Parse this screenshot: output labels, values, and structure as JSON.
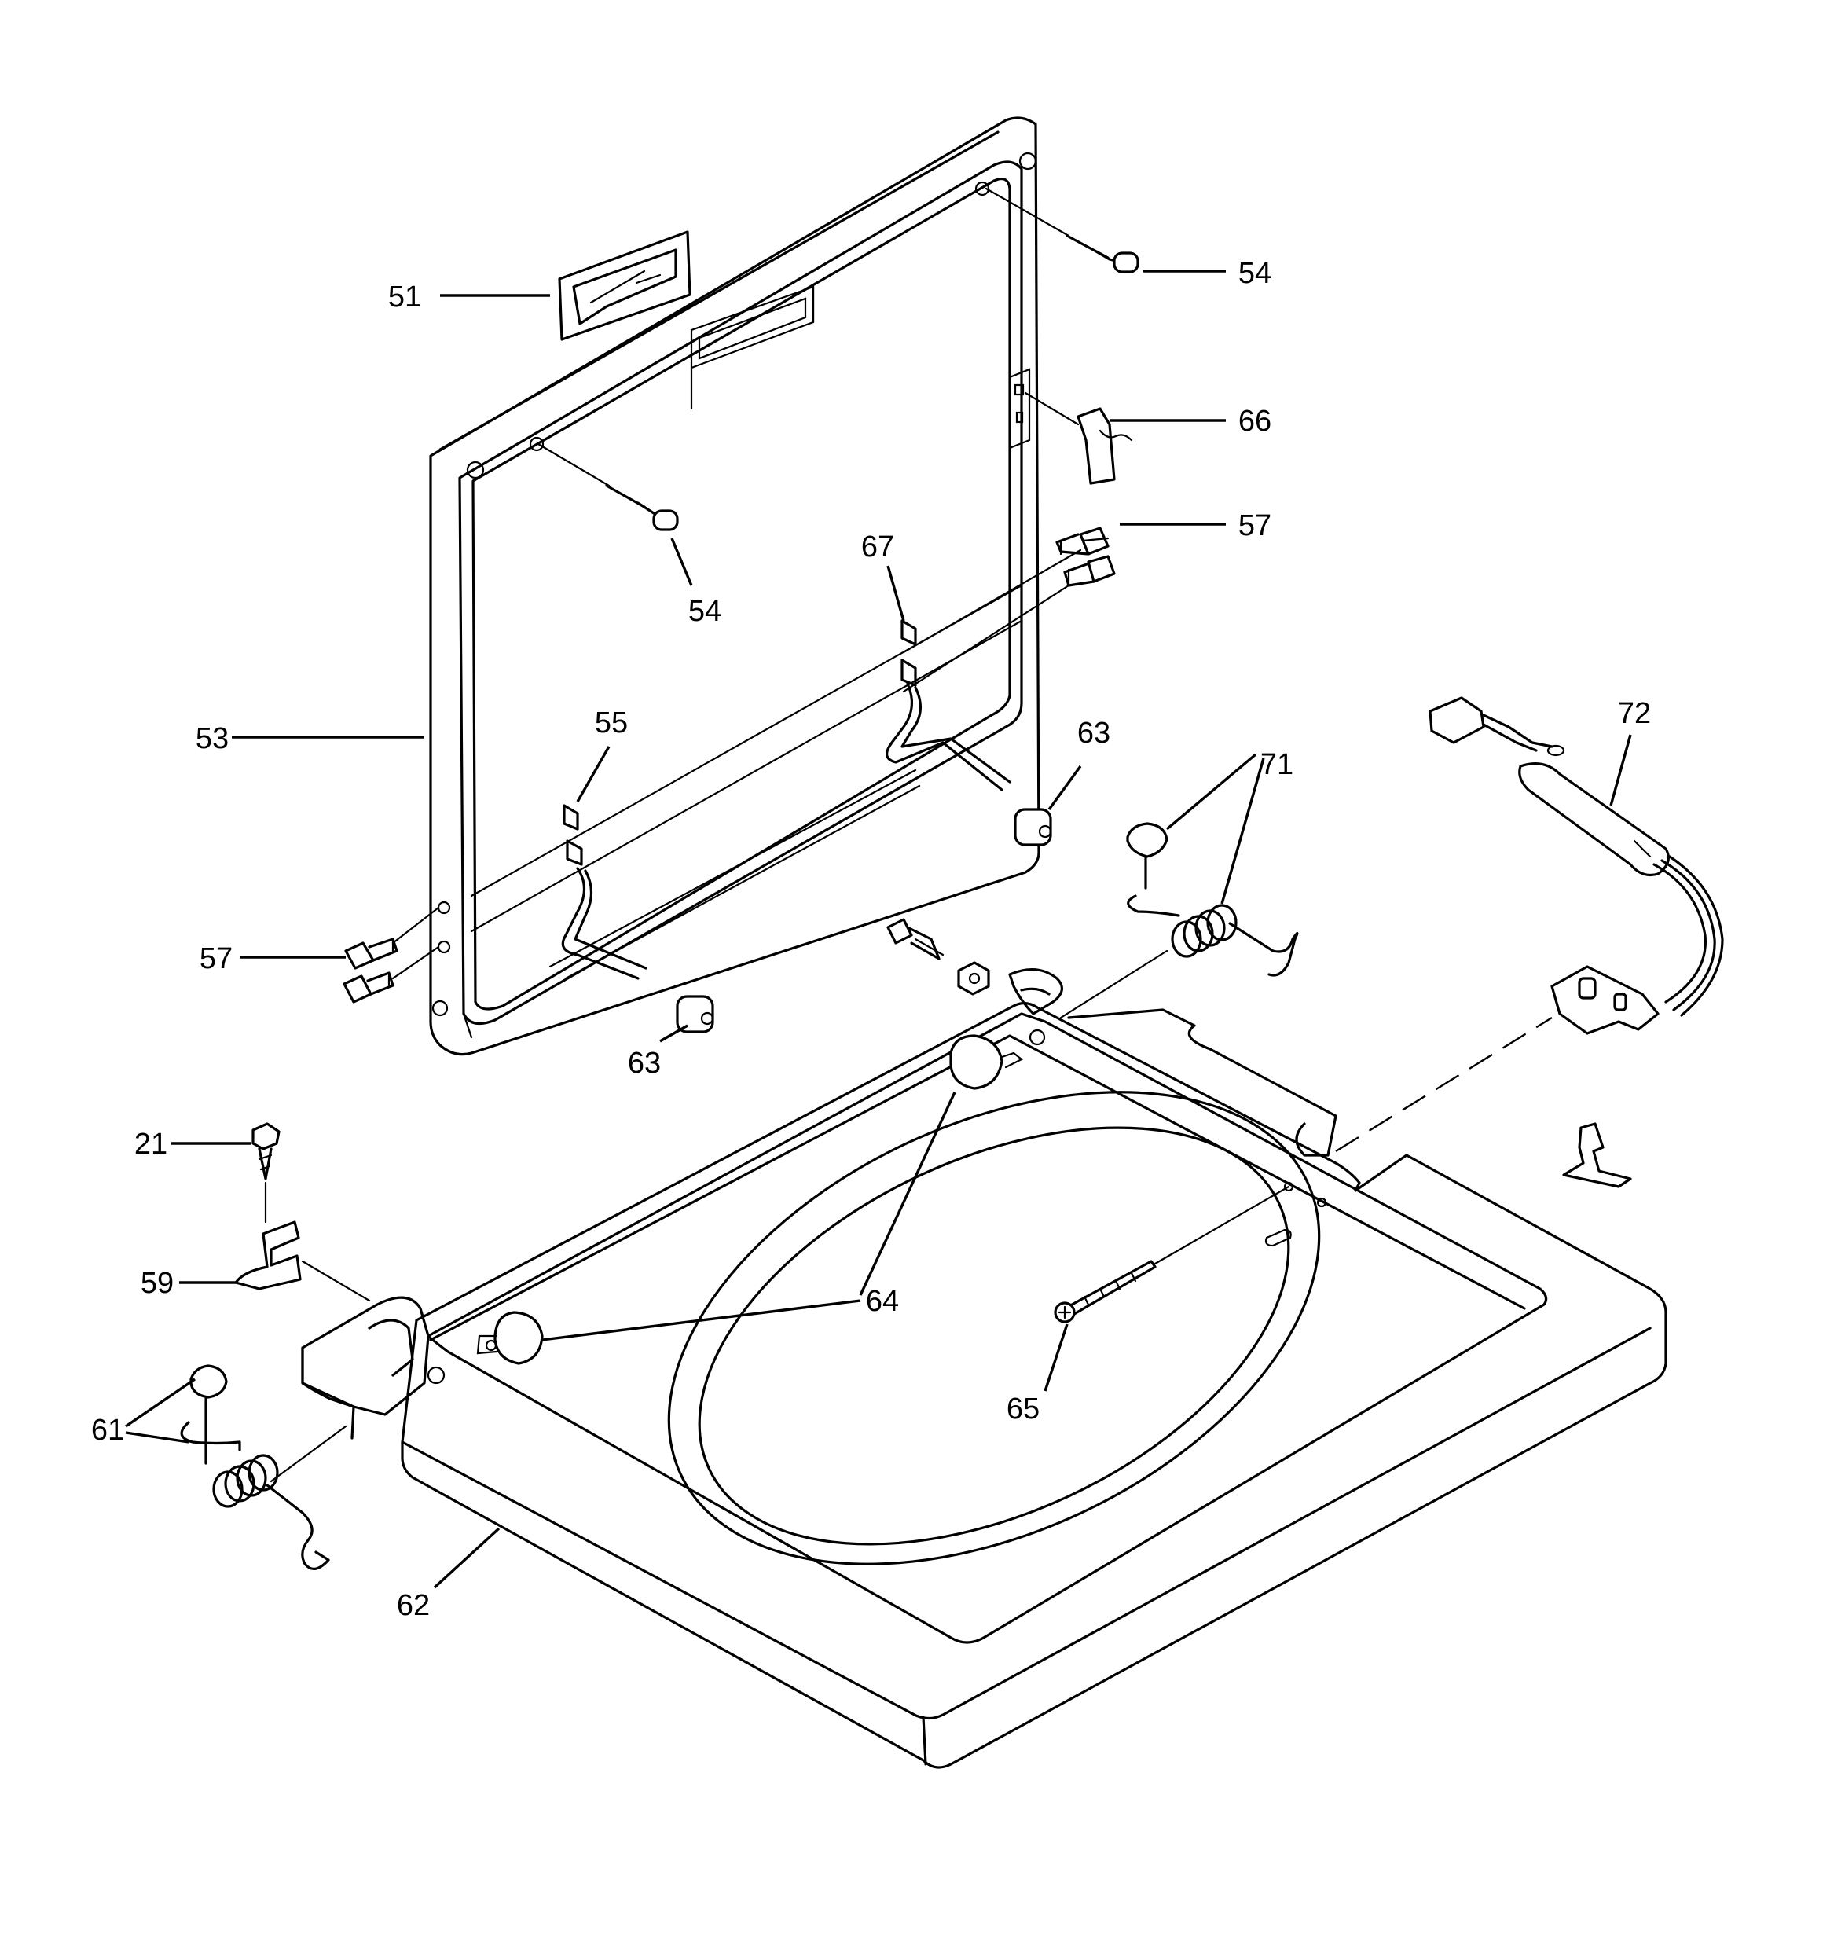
{
  "diagram": {
    "labels": {
      "p21": "21",
      "p51": "51",
      "p53": "53",
      "p54a": "54",
      "p54b": "54",
      "p55": "55",
      "p57a": "57",
      "p57b": "57",
      "p59": "59",
      "p61": "61",
      "p62": "62",
      "p63a": "63",
      "p63b": "63",
      "p64": "64",
      "p65": "65",
      "p66": "66",
      "p67": "67",
      "p71": "71",
      "p72": "72"
    }
  }
}
